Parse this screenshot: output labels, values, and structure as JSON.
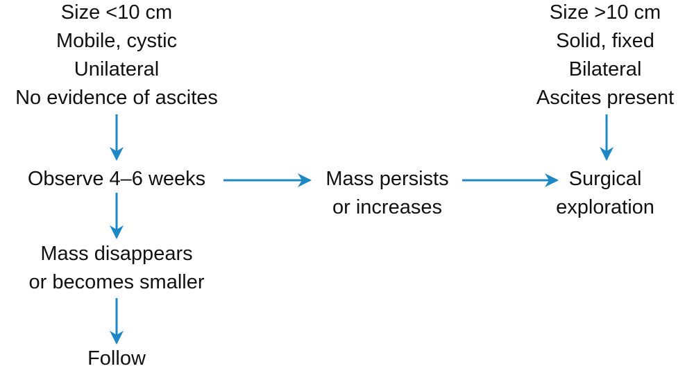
{
  "nodes": {
    "small_criteria": {
      "lines": [
        "Size <10 cm",
        "Mobile, cystic",
        "Unilateral",
        "No evidence of ascites"
      ]
    },
    "large_criteria": {
      "lines": [
        "Size >10 cm",
        "Solid, fixed",
        "Bilateral",
        "Ascites present"
      ]
    },
    "observe": {
      "lines": [
        "Observe 4–6 weeks"
      ]
    },
    "mass_persists": {
      "lines": [
        "Mass persists",
        "or increases"
      ]
    },
    "surgical": {
      "lines": [
        "Surgical",
        "exploration"
      ]
    },
    "mass_disappears": {
      "lines": [
        "Mass disappears",
        "or becomes smaller"
      ]
    },
    "follow": {
      "lines": [
        "Follow"
      ]
    }
  },
  "colors": {
    "arrow": "#1e88c4",
    "text": "#111111"
  }
}
